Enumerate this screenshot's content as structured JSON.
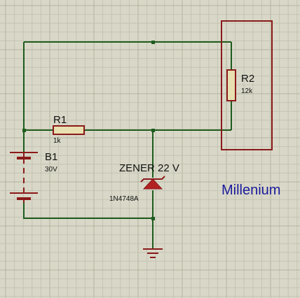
{
  "colors": {
    "background": "#d9d8c8",
    "grid_minor": "#c5c4b3",
    "grid_major": "#b4b3a1",
    "wire": "#1e5c1e",
    "component": "#8b1a1a",
    "resistor_fill": "#e8e0b0",
    "zener_fill": "#b22222",
    "brand": "#1a1a9c"
  },
  "components": {
    "r1": {
      "designator": "R1",
      "value": "1k"
    },
    "r2": {
      "designator": "R2",
      "value": "12k"
    },
    "b1": {
      "designator": "B1",
      "value": "30V"
    },
    "zener": {
      "label": "ZENER 22 V",
      "part": "1N4748A"
    }
  },
  "annotation": {
    "brand": "Millenium"
  },
  "icons": {
    "ground": "ground-symbol-icon",
    "battery": "battery-symbol-icon",
    "resistor": "resistor-symbol-icon",
    "zener": "zener-diode-symbol-icon"
  }
}
